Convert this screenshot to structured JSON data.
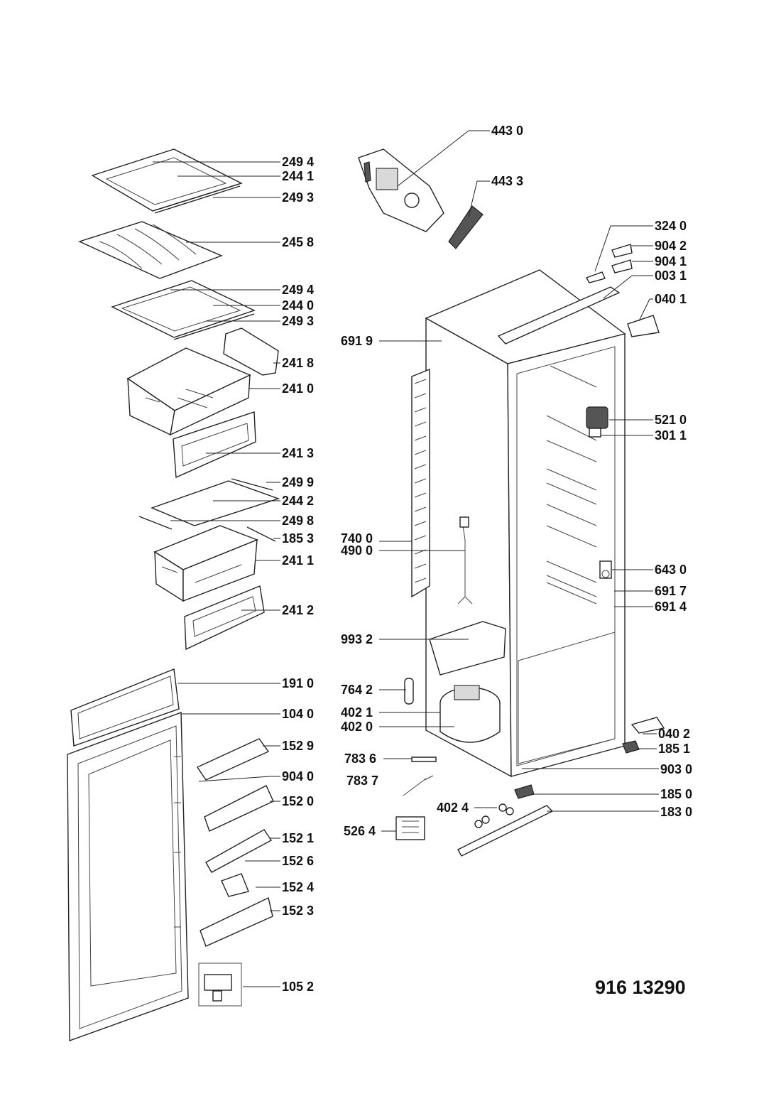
{
  "document_number": "916 13290",
  "callouts": {
    "c2494a": "249 4",
    "c2441": "244 1",
    "c2493a": "249 3",
    "c2458": "245 8",
    "c2494b": "249 4",
    "c2440": "244 0",
    "c2493b": "249 3",
    "c2418": "241 8",
    "c2410": "241 0",
    "c2413": "241 3",
    "c2499": "249 9",
    "c2442": "244 2",
    "c2498": "249 8",
    "c1853": "185 3",
    "c2411": "241 1",
    "c2412": "241 2",
    "c1910": "191 0",
    "c1040": "104 0",
    "c1529": "152 9",
    "c9040": "904 0",
    "c1520": "152 0",
    "c1521": "152 1",
    "c1526": "152 6",
    "c1524": "152 4",
    "c1523": "152 3",
    "c1052": "105 2",
    "c4430": "443 0",
    "c4433": "443 3",
    "c3240": "324 0",
    "c9042": "904 2",
    "c9041": "904 1",
    "c0031": "003 1",
    "c0401": "040 1",
    "c6919": "691 9",
    "c5210": "521 0",
    "c3011": "301 1",
    "c7400": "740 0",
    "c4900": "490 0",
    "c6430": "643 0",
    "c6917": "691 7",
    "c6914": "691 4",
    "c9932": "993 2",
    "c7642": "764 2",
    "c4021": "402 1",
    "c4020": "402 0",
    "c0402": "040 2",
    "c1851": "185 1",
    "c7836": "783 6",
    "c9030": "903 0",
    "c7837": "783 7",
    "c1850": "185 0",
    "c4024": "402 4",
    "c1830": "183 0",
    "c5264": "526 4"
  }
}
